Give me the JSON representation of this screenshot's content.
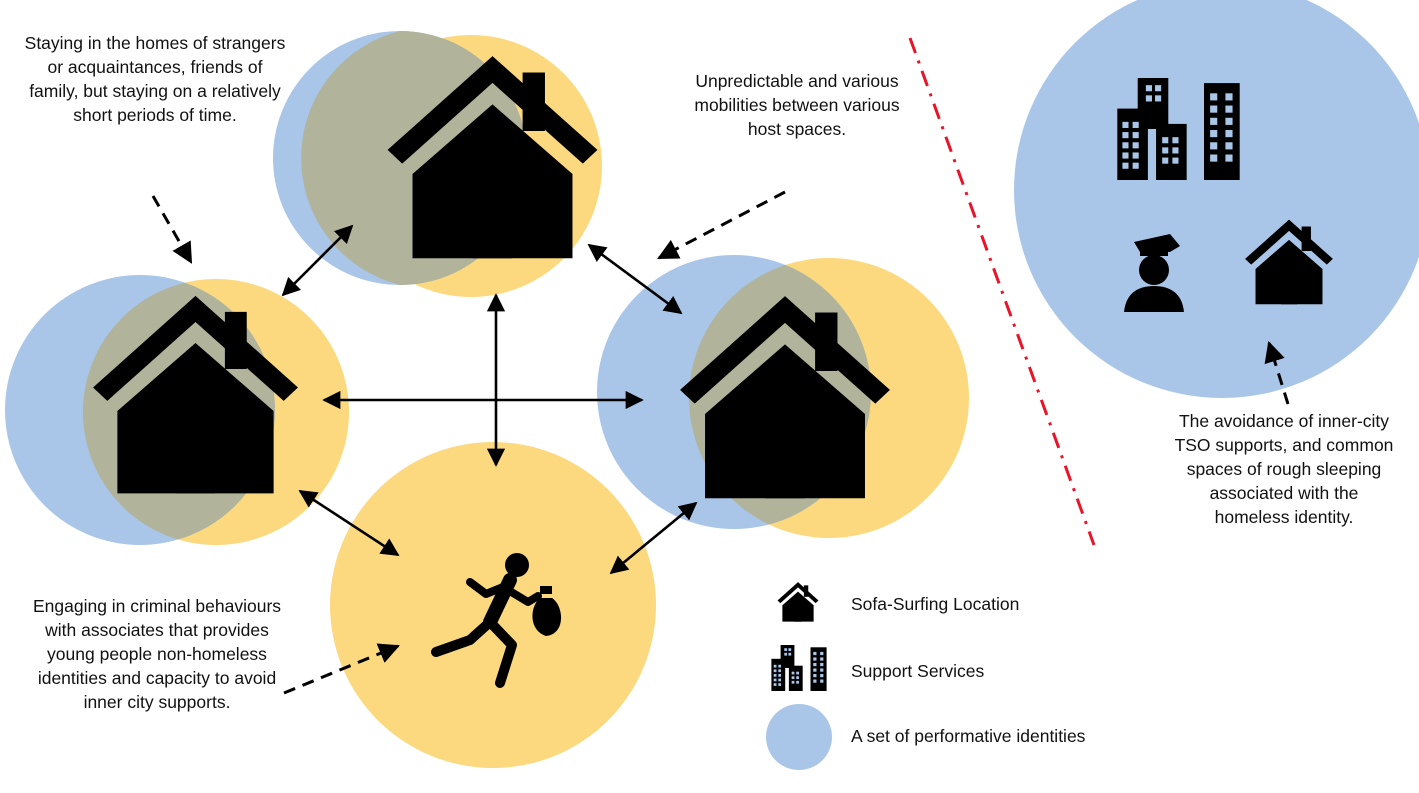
{
  "colors": {
    "identity_blue": "#a9c6e8",
    "identity_yellow": "#fcd97f",
    "overlap_green": "#b1b39a",
    "icon_black": "#000000",
    "window_grey": "#b3b7a0",
    "divider_red": "#e8152a"
  },
  "annotations": {
    "top_left": "Staying in the homes of strangers or acquaintances, friends of family, but staying on a relatively short periods of time.",
    "top_middle": "Unpredictable and various mobilities between various host spaces.",
    "right": "The avoidance of inner-city TSO supports, and common spaces of rough sleeping associated with the homeless identity.",
    "bottom_left": "Engaging in criminal behaviours with associates that provides young people non-homeless identities and capacity to avoid inner city supports."
  },
  "legend": {
    "items": [
      {
        "icon": "house-icon",
        "label": "Sofa-Surfing Location"
      },
      {
        "icon": "buildings-icon",
        "label": "Support Services"
      },
      {
        "icon": "blue-circle-icon",
        "label": "A set of performative identities"
      }
    ]
  },
  "icons": {
    "houses": [
      "house-icon",
      "house-icon",
      "house-icon"
    ],
    "criminal": "running-thief-icon",
    "services": [
      "buildings-icon",
      "police-officer-icon",
      "house-icon"
    ]
  }
}
